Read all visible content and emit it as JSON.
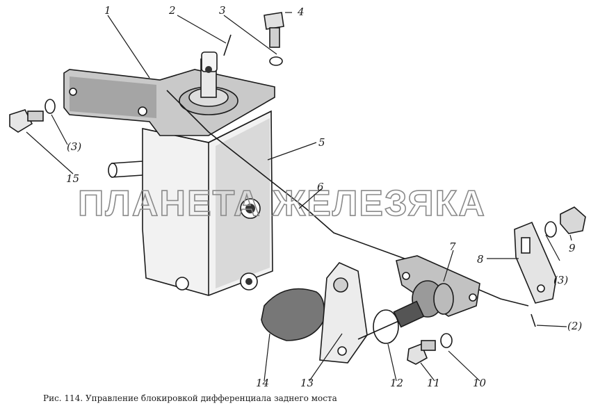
{
  "caption": "Рис. 114. Управление блокировкой дифференциала заднего моста",
  "watermark": "ПЛАНЕТА ЖЕЛЕЗЯКА",
  "callouts": {
    "c1": "1",
    "c2": "2",
    "c3": "3",
    "c4": "4",
    "c5": "5",
    "c6": "6",
    "c7": "7",
    "c8": "8",
    "c9": "9",
    "c10": "10",
    "c11": "11",
    "c12": "12",
    "c13": "13",
    "c14": "14",
    "c15": "15",
    "c3b": "(3)",
    "c3c": "(3)",
    "c2b": "(2)"
  },
  "colors": {
    "ink": "#1a1a1a",
    "paper": "#ffffff",
    "shade": "#555555",
    "watermark": "#8a8a8a"
  }
}
